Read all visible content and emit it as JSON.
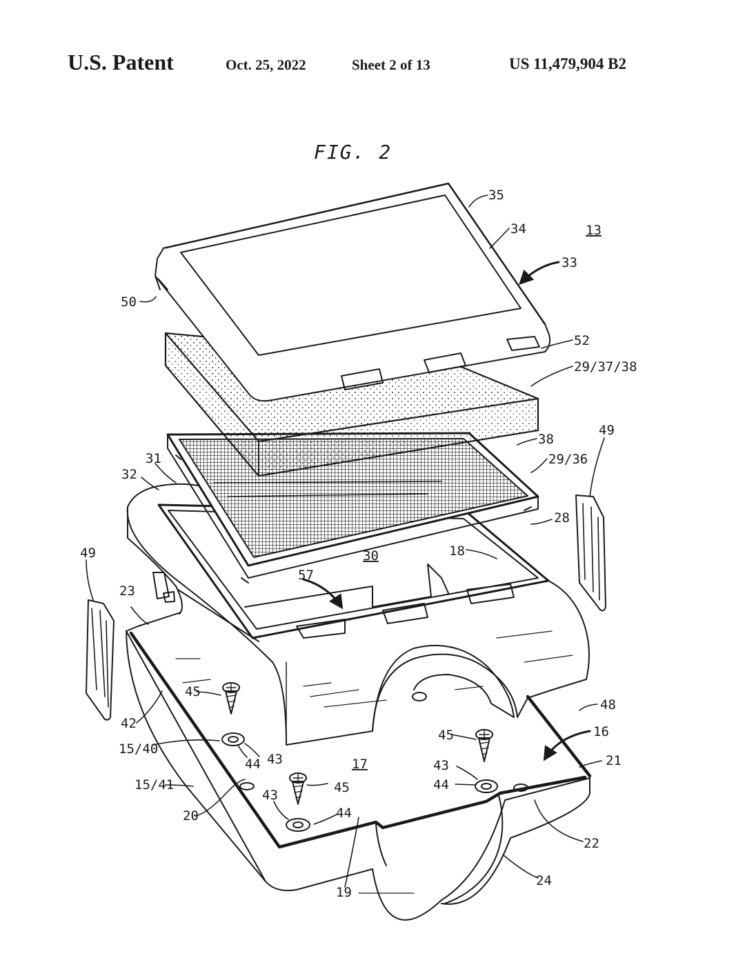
{
  "header": {
    "title": "U.S. Patent",
    "date": "Oct. 25, 2022",
    "sheet": "Sheet 2 of 13",
    "patent_number": "US 11,479,904 B2"
  },
  "figure": {
    "title": "FIG. 2",
    "labels": {
      "l13": "13",
      "l35": "35",
      "l34": "34",
      "l33": "33",
      "l50": "50",
      "l52": "52",
      "l29_37_38": "29/37/38",
      "l38": "38",
      "l29_36": "29/36",
      "l49_right": "49",
      "l31": "31",
      "l32": "32",
      "l28": "28",
      "l18": "18",
      "l30": "30",
      "l57": "57",
      "l49_left": "49",
      "l23": "23",
      "l45_a": "45",
      "l42": "42",
      "l48": "48",
      "l45_b": "45",
      "l16": "16",
      "l15_40": "15/40",
      "l44_a": "44",
      "l43_a": "43",
      "l17": "17",
      "l43_b": "43",
      "l21": "21",
      "l44_b": "44",
      "l15_41": "15/41",
      "l45_c": "45",
      "l43_c": "43",
      "l44_c": "44",
      "l20": "20",
      "l22": "22",
      "l24": "24",
      "l19": "19"
    }
  },
  "colors": {
    "ink": "#1a1a1a",
    "paper": "#ffffff"
  }
}
